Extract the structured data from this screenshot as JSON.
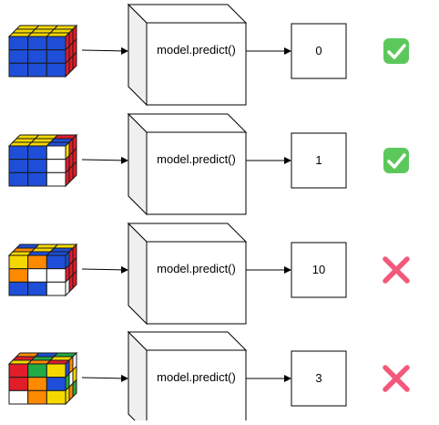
{
  "rows": [
    {
      "function_label": "model.predict()",
      "prediction": "0",
      "result_icon": "check-mark-icon",
      "cube_top": [
        "#f5d800",
        "#f5d800",
        "#f5d800",
        "#f5d800",
        "#f5d800",
        "#f5d800",
        "#f5d800",
        "#f5d800",
        "#f5d800"
      ],
      "cube_front": [
        "#1f4fd8",
        "#1f4fd8",
        "#1f4fd8",
        "#1f4fd8",
        "#1f4fd8",
        "#1f4fd8",
        "#1f4fd8",
        "#1f4fd8",
        "#1f4fd8"
      ],
      "cube_right": [
        "#e11d2a",
        "#e11d2a",
        "#e11d2a",
        "#e11d2a",
        "#e11d2a",
        "#e11d2a",
        "#e11d2a",
        "#e11d2a",
        "#e11d2a"
      ]
    },
    {
      "function_label": "model.predict()",
      "prediction": "1",
      "result_icon": "check-mark-icon",
      "cube_top": [
        "#f5d800",
        "#f5d800",
        "#e11d2a",
        "#f5d800",
        "#f5d800",
        "#1f4fd8",
        "#f5d800",
        "#f5d800",
        "#1f4fd8"
      ],
      "cube_front": [
        "#1f4fd8",
        "#1f4fd8",
        "#ffffff",
        "#1f4fd8",
        "#1f4fd8",
        "#ffffff",
        "#1f4fd8",
        "#1f4fd8",
        "#ffffff"
      ],
      "cube_right": [
        "#f5d800",
        "#e11d2a",
        "#e11d2a",
        "#e11d2a",
        "#e11d2a",
        "#e11d2a",
        "#e11d2a",
        "#e11d2a",
        "#e11d2a"
      ]
    },
    {
      "function_label": "model.predict()",
      "prediction": "10",
      "result_icon": "cross-mark-icon",
      "cube_top": [
        "#1f4fd8",
        "#f5d800",
        "#f5d800",
        "#ff8a00",
        "#f5d800",
        "#1f4fd8",
        "#f5d800",
        "#1f4fd8",
        "#1f4fd8"
      ],
      "cube_front": [
        "#f5d800",
        "#ff8a00",
        "#1f4fd8",
        "#ff8a00",
        "#ffffff",
        "#ffffff",
        "#1f4fd8",
        "#1f4fd8",
        "#ffffff"
      ],
      "cube_right": [
        "#1f4fd8",
        "#e11d2a",
        "#e11d2a",
        "#e11d2a",
        "#e11d2a",
        "#e11d2a",
        "#ffffff",
        "#e11d2a",
        "#e11d2a"
      ]
    },
    {
      "function_label": "model.predict()",
      "prediction": "3",
      "result_icon": "cross-mark-icon",
      "cube_top": [
        "#ff8a00",
        "#1f4fd8",
        "#22aa44",
        "#e11d2a",
        "#22aa44",
        "#f5d800",
        "#f5d800",
        "#ff8a00",
        "#e11d2a"
      ],
      "cube_front": [
        "#e11d2a",
        "#22aa44",
        "#f5d800",
        "#e11d2a",
        "#ff8a00",
        "#1f4fd8",
        "#ffffff",
        "#ff8a00",
        "#f5d800"
      ],
      "cube_right": [
        "#1f4fd8",
        "#ff8a00",
        "#ffffff",
        "#22aa44",
        "#ffffff",
        "#f5d800",
        "#f5d800",
        "#ff8a00",
        "#22aa44"
      ]
    }
  ],
  "colors": {
    "stroke": "#000000",
    "box_face": "#ffffff",
    "box_side": "#efefef",
    "check_bg": "#5cc85c",
    "check_mark": "#ffffff",
    "cross": "#f2597a",
    "cube_gap": "#1a1a1a"
  }
}
